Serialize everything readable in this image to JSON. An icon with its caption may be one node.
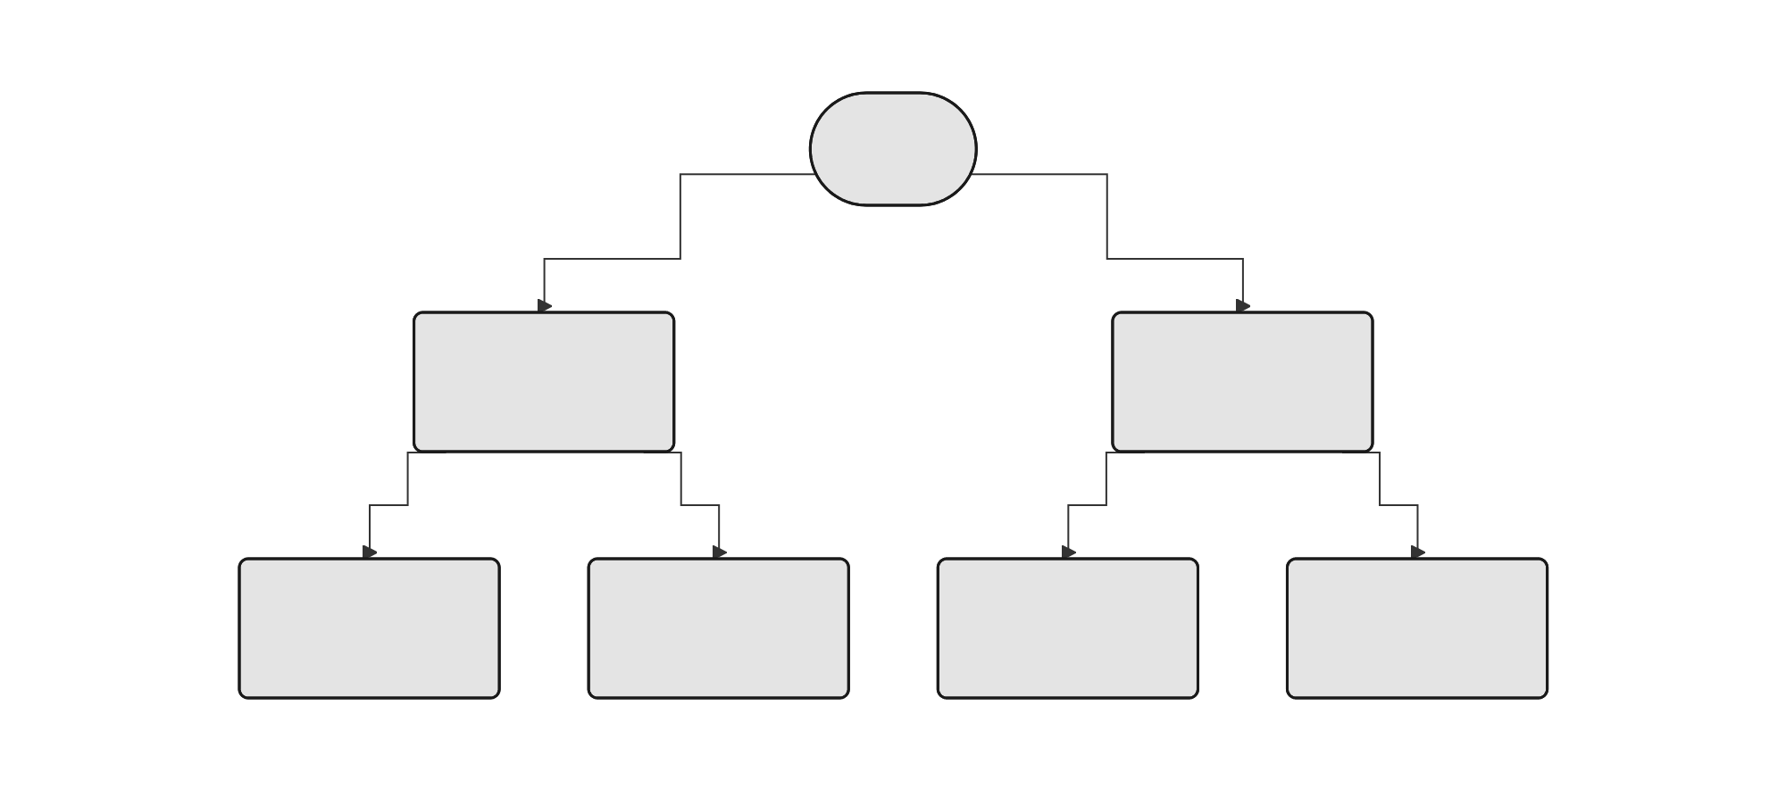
{
  "diagram": {
    "nodes": [
      {
        "text": [],
        "shape": "ellipse"
      },
      {
        "text": [],
        "shape": "box"
      },
      {
        "text": [],
        "shape": "box"
      },
      {
        "text": [],
        "shape": "box"
      },
      {
        "text": [],
        "shape": "box"
      },
      {
        "text": [],
        "shape": "box"
      },
      {
        "text": [],
        "shape": "box"
      }
    ],
    "edges": [
      {
        "from": 0,
        "to": 1,
        "arrow": "to"
      },
      {
        "from": 0,
        "to": 2,
        "arrow": "to"
      },
      {
        "from": 1,
        "to": 3,
        "arrow": "to"
      },
      {
        "from": 1,
        "to": 4,
        "arrow": "to"
      },
      {
        "from": 2,
        "to": 5,
        "arrow": "to"
      },
      {
        "from": 2,
        "to": 6,
        "arrow": "to"
      }
    ]
  }
}
